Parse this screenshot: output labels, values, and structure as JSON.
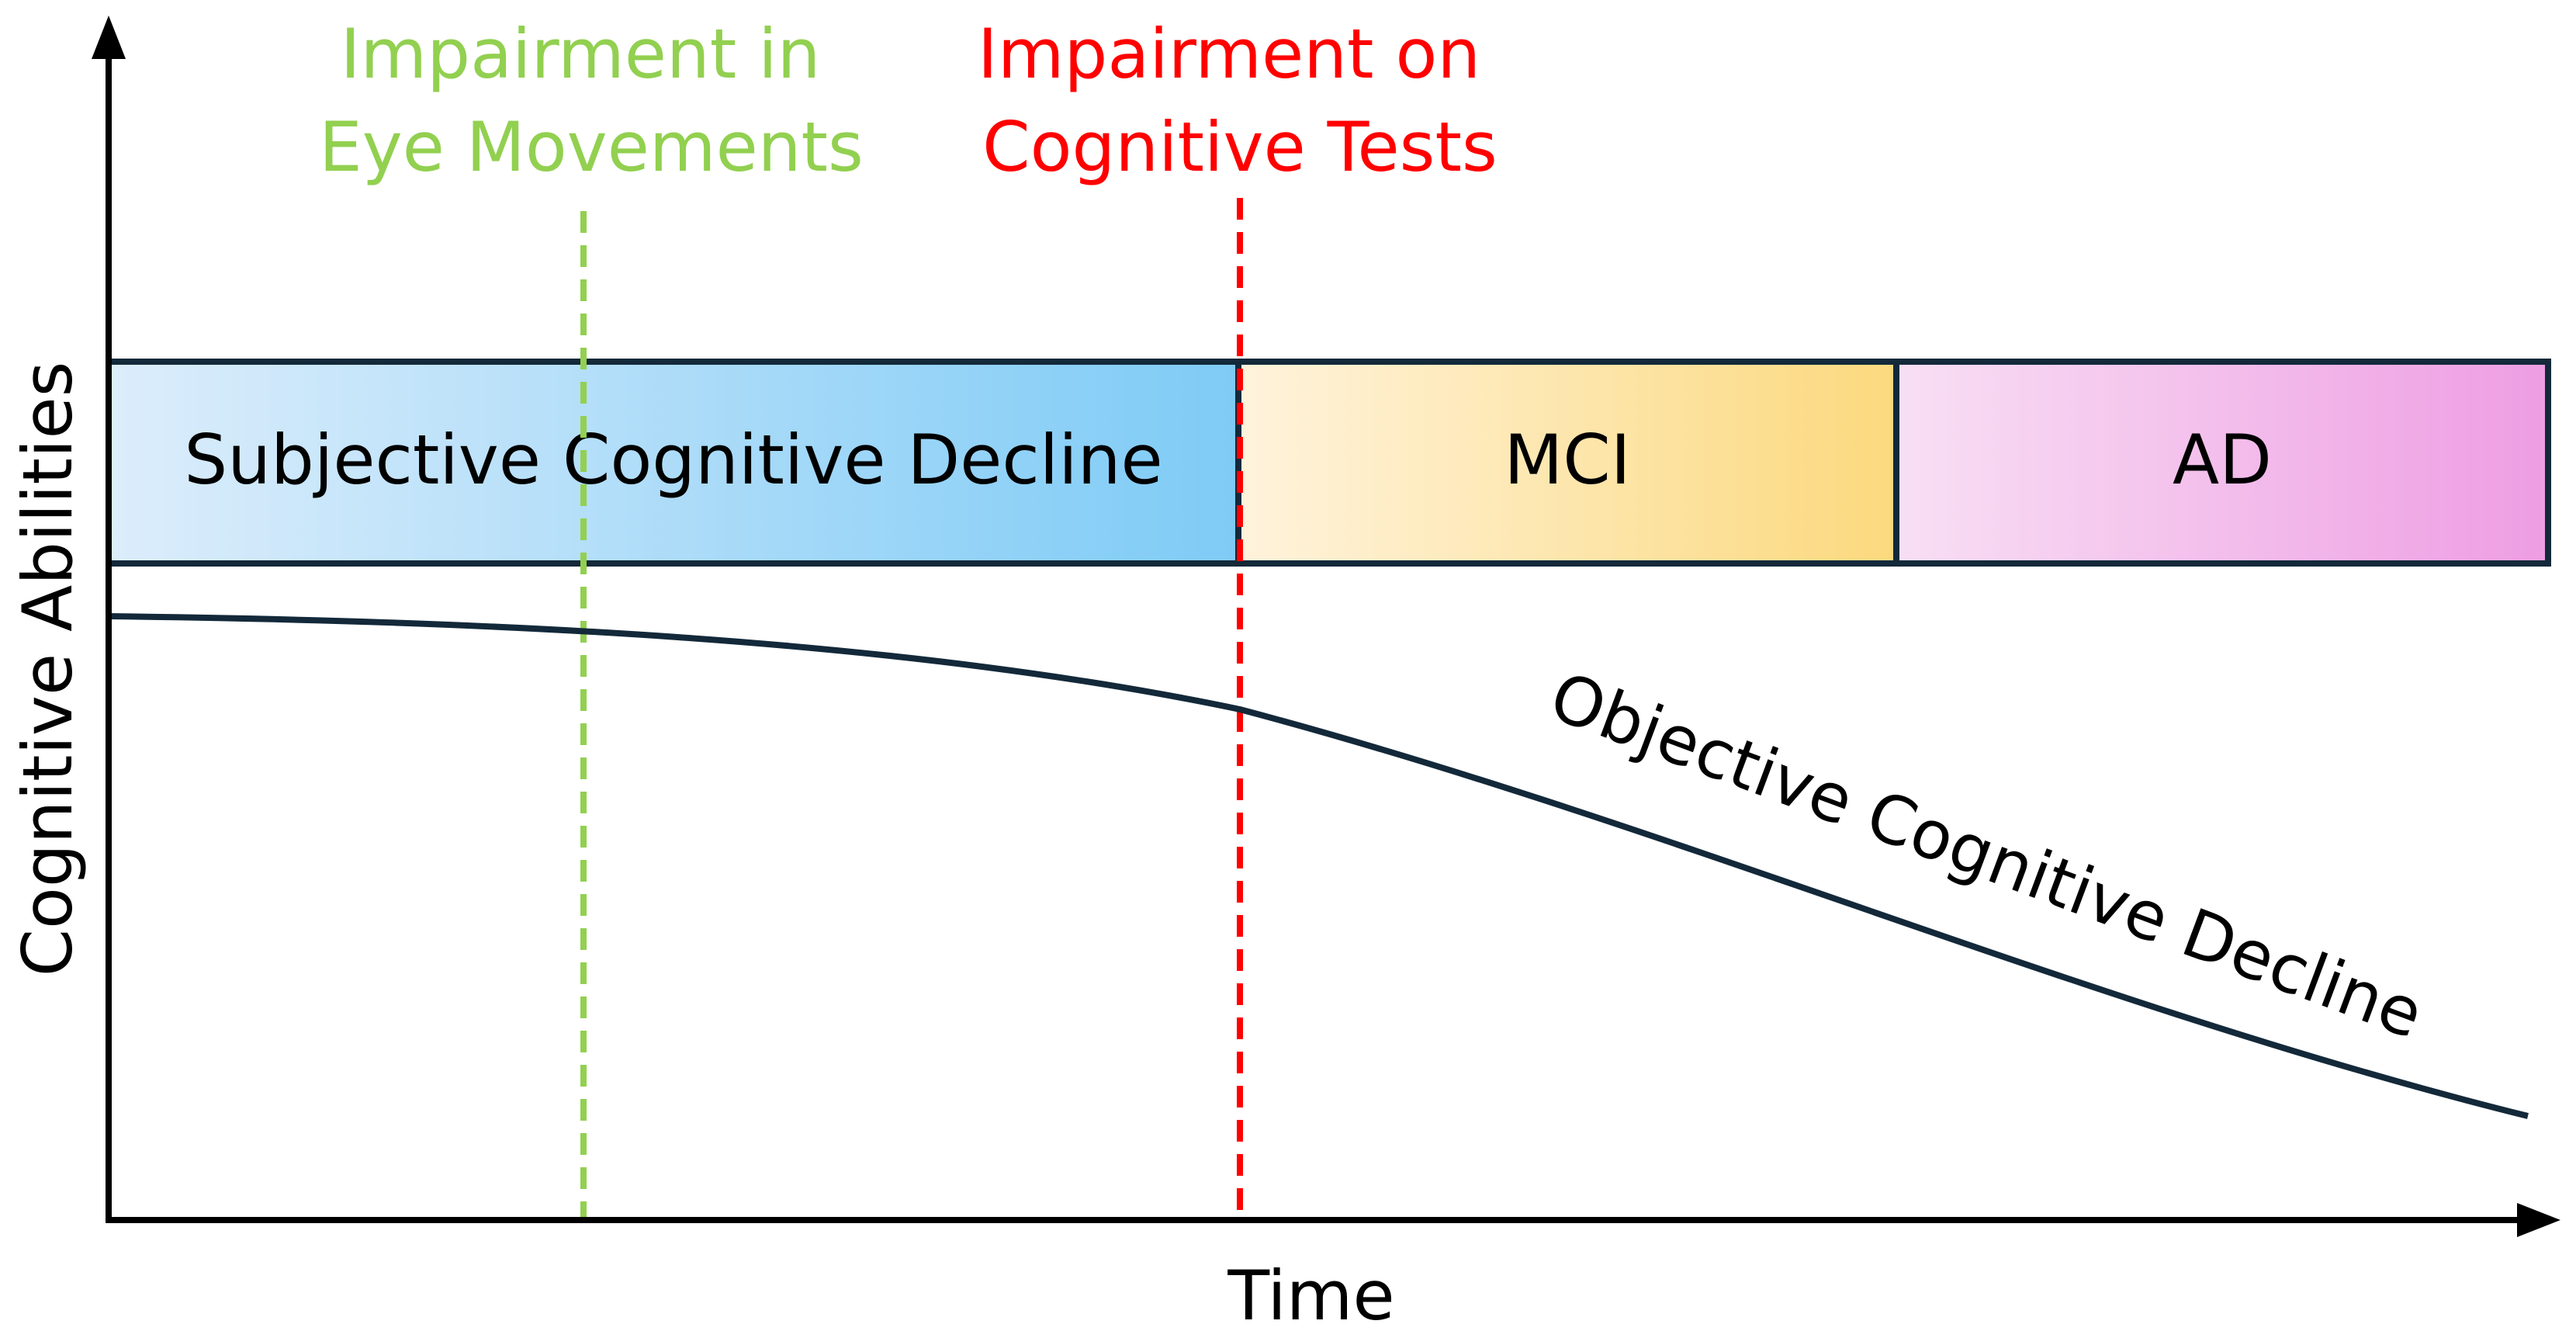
{
  "axes": {
    "x_label": "Time",
    "y_label": "Cognitive Abilities"
  },
  "markers": {
    "eye_movements": {
      "line1": "Impairment in",
      "line2": "Eye Movements",
      "color": "#92d050"
    },
    "cognitive_tests": {
      "line1": "Impairment on",
      "line2": "Cognitive Tests",
      "color": "#ff0000"
    }
  },
  "stages": {
    "scd": {
      "label": "Subjective Cognitive Decline",
      "color_start": "#dcedfb",
      "color_end": "#7ecbf6"
    },
    "mci": {
      "label": "MCI",
      "color_start": "#fff3dc",
      "color_end": "#fbd97e"
    },
    "ad": {
      "label": "AD",
      "color_start": "#f8dff4",
      "color_end": "#ee9de3"
    }
  },
  "curve": {
    "label": "Objective Cognitive Decline",
    "color": "#13293a"
  },
  "colors": {
    "axis": "#000000",
    "stage_border": "#13293a"
  }
}
